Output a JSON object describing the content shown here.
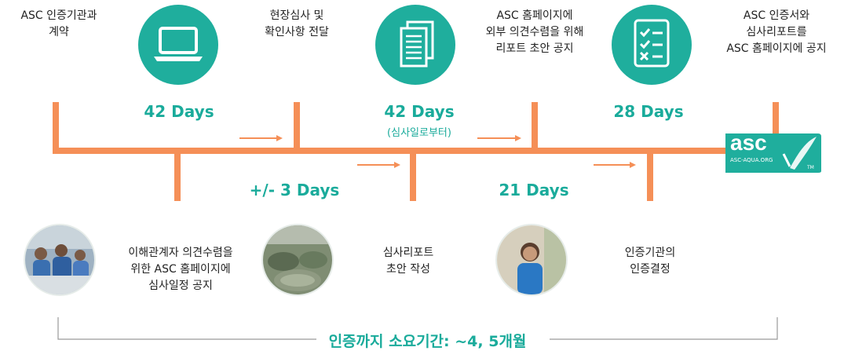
{
  "top_steps": [
    {
      "label": "ASC 인증기관과\n계약",
      "icon": "none"
    },
    {
      "label": "현장심사 및\n확인사항 전달",
      "icon": "laptop-icon"
    },
    {
      "label": "ASC 홈페이지에\n외부 의견수렴을 위해\n리포트 초안 공지",
      "icon": "document-icon"
    },
    {
      "label": "ASC 인증서와\n심사리포트를\nASC 홈페이지에 공지",
      "icon": "checklist-icon"
    }
  ],
  "bottom_steps": [
    {
      "label": "이해관계자 의견수렴을\n위한 ASC 홈페이지에\n심사일정 공지",
      "photo": "meeting-photo"
    },
    {
      "label": "심사리포트\n초안 작성",
      "photo": "farm-photo"
    },
    {
      "label": "인증기관의\n인증결정",
      "photo": "auditor-photo"
    }
  ],
  "durations_top": [
    {
      "text": "42 Days"
    },
    {
      "text": "42 Days",
      "sub": "(심사일로부터)"
    },
    {
      "text": "28 Days"
    }
  ],
  "durations_bottom": [
    {
      "text": "+/- 3 Days"
    },
    {
      "text": "21 Days"
    }
  ],
  "logo": {
    "name": "asc-logo",
    "text": "asc",
    "subtext": "ASC-AQUA.ORG",
    "tm": "TM"
  },
  "footer": "인증까지 소요기간: ~4, 5개월",
  "colors": {
    "timeline": "#f58f57",
    "accent": "#1aab9b",
    "icon_circle": "#1fae9d",
    "bracket": "#9a9a9a"
  }
}
